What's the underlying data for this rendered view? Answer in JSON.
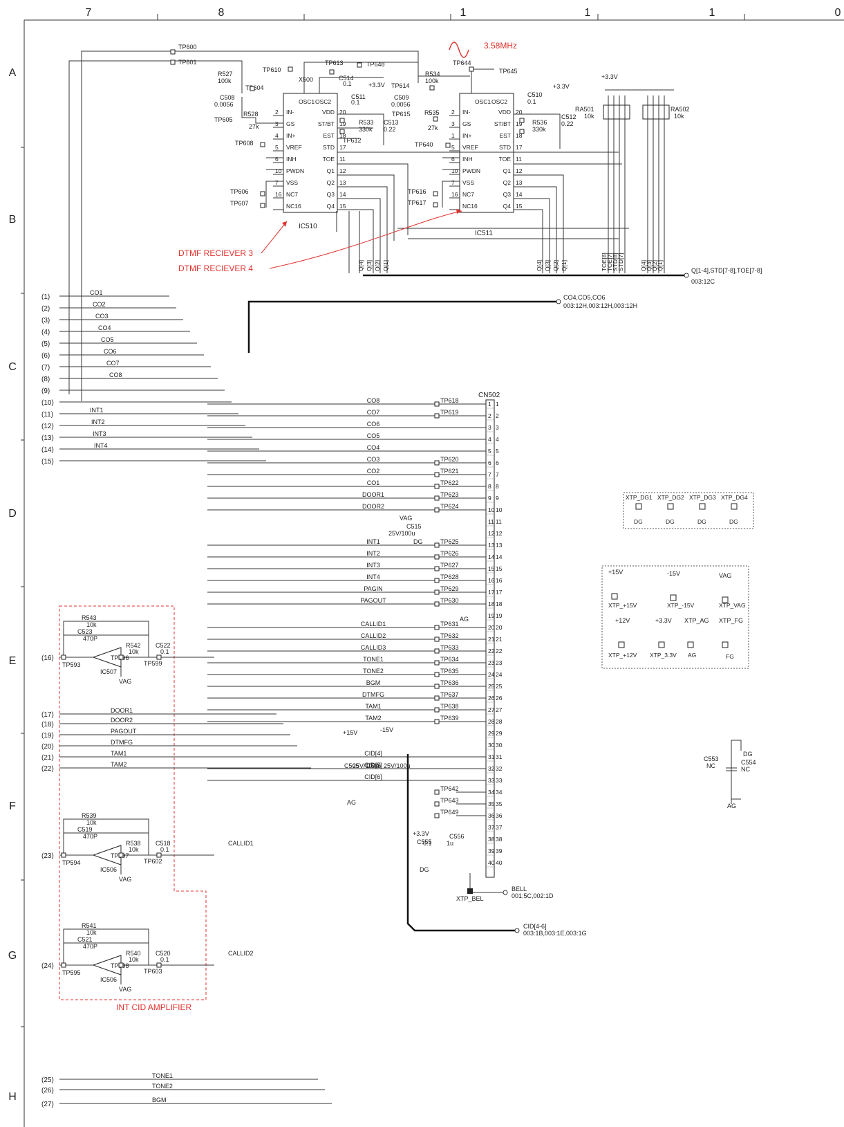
{
  "grid": {
    "columns": [
      "7",
      "8",
      "1",
      "1",
      "1",
      "0"
    ],
    "rows": [
      "A",
      "B",
      "C",
      "D",
      "E",
      "F",
      "G",
      "H"
    ]
  },
  "osc": {
    "label": "3.58MHz",
    "color": "#e0312d"
  },
  "ic510": {
    "name": "IC510",
    "pins_left": [
      [
        "2",
        "IN-"
      ],
      [
        "3",
        "GS"
      ],
      [
        "4",
        "IN+"
      ],
      [
        "5",
        "VREF"
      ],
      [
        "6",
        "INH"
      ],
      [
        "10",
        "PWDN"
      ],
      [
        "7",
        "VSS"
      ],
      [
        "16",
        "NC7"
      ],
      [
        "",
        "NC16"
      ]
    ],
    "pins_right": [
      [
        "20",
        "VDD"
      ],
      [
        "19",
        "ST/BT"
      ],
      [
        "18",
        "EST"
      ],
      [
        "17",
        "STD"
      ],
      [
        "11",
        "TOE"
      ],
      [
        "12",
        "Q1"
      ],
      [
        "13",
        "Q2"
      ],
      [
        "14",
        "Q3"
      ],
      [
        "15",
        "Q4"
      ]
    ],
    "top": [
      "OSC1",
      "OSC2"
    ]
  },
  "ic511": {
    "name": "IC511",
    "pins_left": [
      [
        "2",
        "IN-"
      ],
      [
        "3",
        "GS"
      ],
      [
        "1",
        "IN+"
      ],
      [
        "5",
        "VREF"
      ],
      [
        "6",
        "INH"
      ],
      [
        "10",
        "PWDN"
      ],
      [
        "7",
        "VSS"
      ],
      [
        "16",
        "NC7"
      ],
      [
        "",
        "NC16"
      ]
    ],
    "pins_right": [
      [
        "20",
        "VDD"
      ],
      [
        "19",
        "ST/BT"
      ],
      [
        "18",
        "EST"
      ],
      [
        "17",
        "STD"
      ],
      [
        "11",
        "TOE"
      ],
      [
        "12",
        "Q1"
      ],
      [
        "13",
        "Q2"
      ],
      [
        "14",
        "Q3"
      ],
      [
        "15",
        "Q4"
      ]
    ],
    "top": [
      "OSC1",
      "OSC2"
    ]
  },
  "top_labels": {
    "tp600": "TP600",
    "tp601": "TP601",
    "tp610": "TP610",
    "x500": "X500",
    "tp613": "TP613",
    "tp648": "TP648",
    "tp644": "TP644",
    "tp645": "TP645",
    "r527": "R527",
    "r527v": "100k",
    "tp604": "TP604",
    "c508": "C508",
    "c508v": "0.0056",
    "r528": "R528",
    "r528v": "27k",
    "tp605": "TP605",
    "tp608": "TP608",
    "c514": "C514",
    "c514v": "0.1",
    "c511": "C511",
    "c511v": "0.1",
    "v33a": "+3.3V",
    "r533": "R533",
    "r533v": "330k",
    "c513": "C513",
    "c513v": "0.22",
    "tp612": "TP612",
    "tp606": "TP606",
    "tp607": "TP607",
    "tp614": "TP614",
    "r534": "R534",
    "r534v": "100k",
    "c509": "C509",
    "c509v": "0.0056",
    "tp615": "TP615",
    "r535": "R535",
    "r535v": "27k",
    "tp640": "TP640",
    "c510": "C510",
    "c510v": "0.1",
    "v33b": "+3.3V",
    "r536": "R536",
    "r536v": "330k",
    "c512": "C512",
    "c512v": "0.22",
    "tp616": "TP616",
    "tp617": "TP617",
    "v33c": "+3.3V",
    "ra501": "RA501",
    "ra501v": "10k",
    "ra502": "RA502",
    "ra502v": "10k"
  },
  "annot": {
    "dtmf3": "DTMF RECIEVER 3",
    "dtmf4": "DTMF RECIEVER 4",
    "intcid": "INT CID AMPLIFIER"
  },
  "buses": {
    "q_bus": "Q[1-4],STD[7-8],TOE[7-8]",
    "q_ref": "003:12C",
    "co_bus": "CO4,CO5,CO6",
    "co_ref": "003:12H,003:12H,003:12H",
    "bell": "BELL",
    "bell_ref": "001:5C,002:1D",
    "cid": "CID[4-6]",
    "cid_ref": "003:1B,003:1E,003:1G"
  },
  "q510": [
    "Q[4]",
    "Q[3]",
    "Q[2]",
    "Q[1]"
  ],
  "q511": [
    "Q[4]",
    "Q[3]",
    "Q[2]",
    "Q[1]"
  ],
  "toe": [
    "TOE[8]",
    "TOE[7]",
    "STD[8]",
    "STD[7]"
  ],
  "ra502pins": [
    "Q[4]",
    "Q[3]",
    "Q[2]",
    "Q[1]"
  ],
  "left_ports": [
    "(1)",
    "(2)",
    "(3)",
    "(4)",
    "(5)",
    "(6)",
    "(7)",
    "(8)",
    "(9)",
    "(10)",
    "(11)",
    "(12)",
    "(13)",
    "(14)",
    "(15)"
  ],
  "left_sigs": [
    "CO1",
    "CO2",
    "CO3",
    "CO4",
    "CO5",
    "CO6",
    "CO7",
    "CO8",
    "",
    "",
    "INT1",
    "INT2",
    "INT3",
    "INT4",
    ""
  ],
  "int_sigs": [
    "INT1",
    "INT2",
    "INT3",
    "INT4"
  ],
  "cn502": {
    "name": "CN502",
    "pins": [
      "1",
      "2",
      "3",
      "4",
      "5",
      "6",
      "7",
      "8",
      "9",
      "10",
      "11",
      "12",
      "13",
      "14",
      "15",
      "16",
      "17",
      "18",
      "19",
      "20",
      "21",
      "22",
      "23",
      "24",
      "25",
      "26",
      "27",
      "28",
      "29",
      "30",
      "31",
      "32",
      "33",
      "34",
      "35",
      "36",
      "37",
      "38",
      "39",
      "40"
    ]
  },
  "cn_rows": [
    [
      "CO8",
      "TP618"
    ],
    [
      "CO7",
      "TP619"
    ],
    [
      "CO6",
      ""
    ],
    [
      "CO5",
      ""
    ],
    [
      "CO4",
      ""
    ],
    [
      "CO3",
      "TP620"
    ],
    [
      "CO2",
      "TP621"
    ],
    [
      "CO1",
      "TP622"
    ],
    [
      "DOOR1",
      "TP623"
    ],
    [
      "DOOR2",
      "TP624"
    ],
    [
      "",
      ""
    ],
    [
      "",
      ""
    ],
    [
      "INT1",
      "TP625"
    ],
    [
      "INT2",
      "TP626"
    ],
    [
      "INT3",
      "TP627"
    ],
    [
      "INT4",
      "TP628"
    ],
    [
      "PAGIN",
      "TP629"
    ],
    [
      "PAGOUT",
      "TP630"
    ],
    [
      "",
      ""
    ],
    [
      "CALLID1",
      "TP631"
    ],
    [
      "CALLID2",
      "TP632"
    ],
    [
      "CALLID3",
      "TP633"
    ],
    [
      "TONE1",
      "TP634"
    ],
    [
      "TONE2",
      "TP635"
    ],
    [
      "BGM",
      "TP636"
    ],
    [
      "DTMFG",
      "TP637"
    ],
    [
      "TAM1",
      "TP638"
    ],
    [
      "TAM2",
      "TP639"
    ],
    [
      "",
      ""
    ],
    [
      "",
      ""
    ],
    [
      "CID[4]",
      ""
    ],
    [
      "CID[5]",
      ""
    ],
    [
      "CID[6]",
      ""
    ],
    [
      "",
      "TP642"
    ],
    [
      "",
      "TP643"
    ],
    [
      "",
      "TP649"
    ],
    [
      "",
      ""
    ],
    [
      "",
      ""
    ],
    [
      "",
      ""
    ],
    [
      "",
      ""
    ]
  ],
  "cn_misc": {
    "vag": "VAG",
    "c515": "C515",
    "c515v": "25V/100u",
    "dg": "DG",
    "ag": "AG",
    "p15": "+15V",
    "m15": "-15V",
    "c505": "C505",
    "c505v": "25V/100u",
    "c506": "C506",
    "c506v": "25V/100u",
    "ag2": "AG",
    "v33": "+3.3V",
    "c555": "C555",
    "c555v": "0.1",
    "c556": "C556",
    "c556v": "1u",
    "dg2": "DG",
    "xtpbel": "XTP_BEL"
  },
  "bottom_ports": [
    "(16)",
    "(17)",
    "(18)",
    "(19)",
    "(20)",
    "(21)",
    "(22)",
    "(23)",
    "(24)",
    "(25)",
    "(26)",
    "(27)"
  ],
  "bottom_sigs": [
    "DOOR1",
    "DOOR2",
    "PAGOUT",
    "DTMFG",
    "TAM1",
    "TAM2",
    "TONE1",
    "TONE2",
    "BGM"
  ],
  "amp1": {
    "r": "R543",
    "rv": "10k",
    "c": "C523",
    "cv": "470P",
    "r2": "R542",
    "r2v": "10k",
    "c2": "C522",
    "c2v": "0.1",
    "tp1": "TP593",
    "tp2": "TP596",
    "tp3": "TP599",
    "ic": "IC507",
    "vag": "VAG"
  },
  "amp2": {
    "r": "R539",
    "rv": "10k",
    "c": "C519",
    "cv": "470P",
    "r2": "R538",
    "r2v": "10k",
    "c2": "C518",
    "c2v": "0.1",
    "tp1": "TP594",
    "tp2": "TP597",
    "tp3": "TP602",
    "ic": "IC506",
    "vag": "VAG",
    "sig": "CALLID1"
  },
  "amp3": {
    "r": "R541",
    "rv": "10k",
    "c": "C521",
    "cv": "470P",
    "r2": "R540",
    "r2v": "10k",
    "c2": "C520",
    "c2v": "0.1",
    "tp1": "TP595",
    "tp2": "TP598",
    "tp3": "TP603",
    "ic": "IC506",
    "vag": "VAG",
    "sig": "CALLID2"
  },
  "xtp_dg": [
    [
      "XTP_DG1",
      "DG"
    ],
    [
      "XTP_DG2",
      "DG"
    ],
    [
      "XTP_DG3",
      "DG"
    ],
    [
      "XTP_DG4",
      "DG"
    ]
  ],
  "xtp_pw": [
    [
      "+15V",
      "XTP_+15V"
    ],
    [
      "-15V",
      "XTP_-15V"
    ],
    [
      "VAG",
      "XTP_VAG"
    ],
    [
      "+12V",
      "XTP_+12V"
    ],
    [
      "+3.3V",
      "XTP_3.3V"
    ],
    [
      "XTP_AG",
      "AG"
    ],
    [
      "XTP_FG",
      "FG"
    ]
  ],
  "c553": {
    "a": "C553",
    "av": "NC",
    "b": "C554",
    "bv": "NC",
    "dg": "DG",
    "ag": "AG"
  }
}
